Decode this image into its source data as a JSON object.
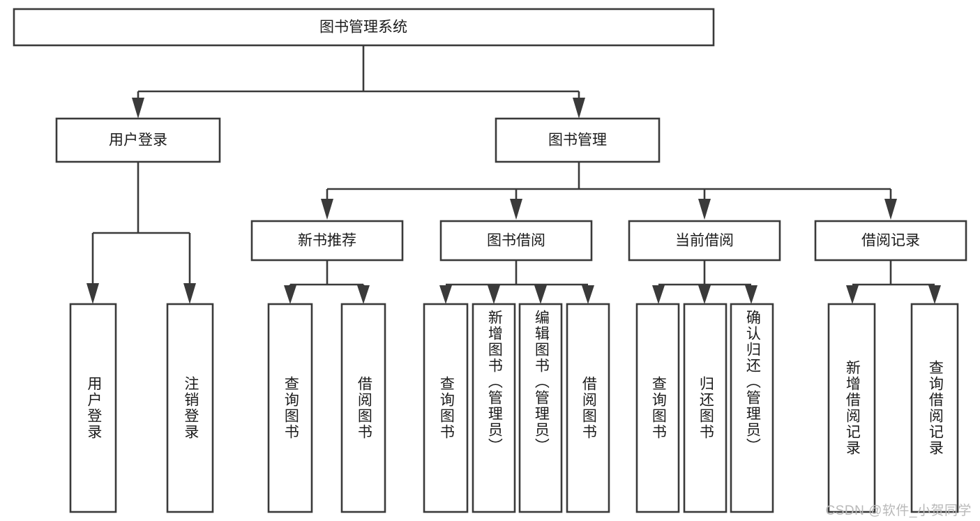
{
  "diagram": {
    "type": "tree-hierarchy",
    "title": "图书管理系统",
    "colors": {
      "stroke": "#3a3a3a",
      "fill": "#ffffff",
      "text": "#1b1b1b",
      "watermark": "#b9b9b9",
      "background": "#ffffff"
    },
    "nodes": {
      "root": {
        "label": "图书管理系统",
        "level": 1,
        "orientation": "horizontal"
      },
      "l2_user_login": {
        "label": "用户登录",
        "level": 2,
        "orientation": "horizontal"
      },
      "l2_book_manage": {
        "label": "图书管理",
        "level": 2,
        "orientation": "horizontal"
      },
      "l3_new_book_rec": {
        "label": "新书推荐",
        "level": 3,
        "orientation": "horizontal"
      },
      "l3_book_borrow": {
        "label": "图书借阅",
        "level": 3,
        "orientation": "horizontal"
      },
      "l3_current_borrow": {
        "label": "当前借阅",
        "level": 3,
        "orientation": "horizontal"
      },
      "l3_borrow_record": {
        "label": "借阅记录",
        "level": 3,
        "orientation": "horizontal"
      },
      "leaf_user_login": {
        "label": "用户登录",
        "level": 4,
        "orientation": "vertical"
      },
      "leaf_logout": {
        "label": "注销登录",
        "level": 4,
        "orientation": "vertical"
      },
      "leaf_rec_query": {
        "label": "查询图书",
        "level": 4,
        "orientation": "vertical"
      },
      "leaf_rec_borrow": {
        "label": "借阅图书",
        "level": 4,
        "orientation": "vertical"
      },
      "leaf_borrow_query": {
        "label": "查询图书",
        "level": 4,
        "orientation": "vertical"
      },
      "leaf_add_book": {
        "label": "新增图书（管理员）",
        "level": 4,
        "orientation": "vertical"
      },
      "leaf_edit_book": {
        "label": "编辑图书（管理员）",
        "level": 4,
        "orientation": "vertical"
      },
      "leaf_borrow_book": {
        "label": "借阅图书",
        "level": 4,
        "orientation": "vertical"
      },
      "leaf_cur_query": {
        "label": "查询图书",
        "level": 4,
        "orientation": "vertical"
      },
      "leaf_return_book": {
        "label": "归还图书",
        "level": 4,
        "orientation": "vertical"
      },
      "leaf_confirm_return": {
        "label": "确认归还（管理员）",
        "level": 4,
        "orientation": "vertical"
      },
      "leaf_add_record": {
        "label": "新增借阅记录",
        "level": 4,
        "orientation": "vertical"
      },
      "leaf_query_record": {
        "label": "查询借阅记录",
        "level": 4,
        "orientation": "vertical"
      }
    },
    "edges": [
      {
        "from": "root",
        "to": "l2_user_login"
      },
      {
        "from": "root",
        "to": "l2_book_manage"
      },
      {
        "from": "l2_user_login",
        "to": "leaf_user_login"
      },
      {
        "from": "l2_user_login",
        "to": "leaf_logout"
      },
      {
        "from": "l2_book_manage",
        "to": "l3_new_book_rec"
      },
      {
        "from": "l2_book_manage",
        "to": "l3_book_borrow"
      },
      {
        "from": "l2_book_manage",
        "to": "l3_current_borrow"
      },
      {
        "from": "l2_book_manage",
        "to": "l3_borrow_record"
      },
      {
        "from": "l3_new_book_rec",
        "to": "leaf_rec_query"
      },
      {
        "from": "l3_new_book_rec",
        "to": "leaf_rec_borrow"
      },
      {
        "from": "l3_book_borrow",
        "to": "leaf_borrow_query"
      },
      {
        "from": "l3_book_borrow",
        "to": "leaf_add_book"
      },
      {
        "from": "l3_book_borrow",
        "to": "leaf_edit_book"
      },
      {
        "from": "l3_book_borrow",
        "to": "leaf_borrow_book"
      },
      {
        "from": "l3_current_borrow",
        "to": "leaf_cur_query"
      },
      {
        "from": "l3_current_borrow",
        "to": "leaf_return_book"
      },
      {
        "from": "l3_current_borrow",
        "to": "leaf_confirm_return"
      },
      {
        "from": "l3_borrow_record",
        "to": "leaf_add_record"
      },
      {
        "from": "l3_borrow_record",
        "to": "leaf_query_record"
      }
    ]
  },
  "watermark": {
    "text": "CSDN @软件_小贺同学"
  }
}
